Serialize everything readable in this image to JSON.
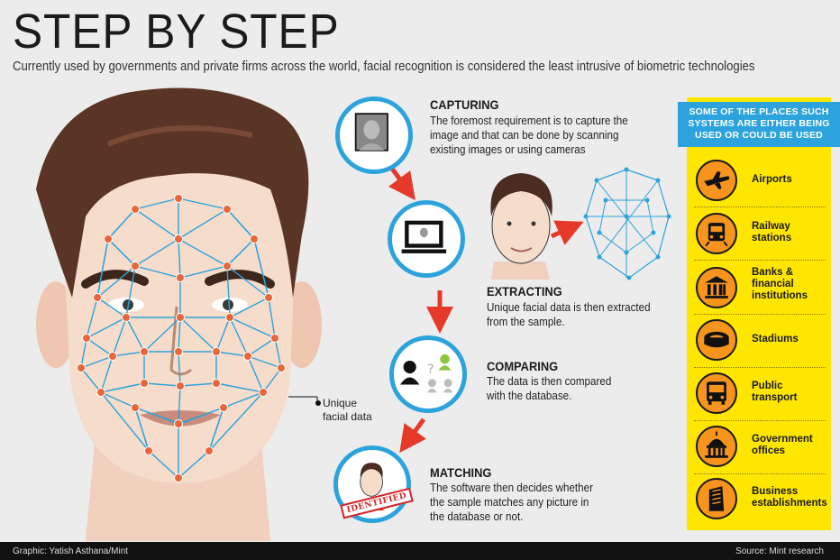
{
  "header": {
    "title": "STEP BY STEP",
    "subtitle": "Currently used by governments and private firms across the world, facial recognition is considered the least intrusive of biometric technologies"
  },
  "face": {
    "label_line1": "Unique",
    "label_line2": "facial data"
  },
  "steps": [
    {
      "title": "CAPTURING",
      "text": "The foremost requirement is to capture the image and that can be done by scanning existing images or using cameras"
    },
    {
      "title": "EXTRACTING",
      "text": "Unique facial data is then extracted from the sample."
    },
    {
      "title": "COMPARING",
      "text": "The data is then compared with the database."
    },
    {
      "title": "MATCHING",
      "text": "The software then decides whether the sample matches any picture in the database or not.",
      "stamp": "IDENTIFIED"
    }
  ],
  "panel": {
    "heading": "SOME OF THE PLACES SUCH SYSTEMS ARE EITHER BEING USED OR COULD BE USED",
    "items": [
      {
        "label": "Airports",
        "icon": "airplane-icon"
      },
      {
        "label": "Railway stations",
        "icon": "train-icon"
      },
      {
        "label": "Banks & financial institutions",
        "icon": "bank-icon"
      },
      {
        "label": "Stadiums",
        "icon": "stadium-icon"
      },
      {
        "label": "Public transport",
        "icon": "bus-icon"
      },
      {
        "label": "Government offices",
        "icon": "dome-building-icon"
      },
      {
        "label": "Business establishments",
        "icon": "office-tower-icon"
      }
    ]
  },
  "footer": {
    "credit": "Graphic: Yatish Asthana/Mint",
    "source": "Source:  Mint research"
  },
  "colors": {
    "accent_blue": "#2ca3dd",
    "arrow_red": "#e53a2a",
    "panel_yellow": "#ffe600",
    "icon_orange": "#f7941d",
    "node_orange": "#e8663a"
  }
}
